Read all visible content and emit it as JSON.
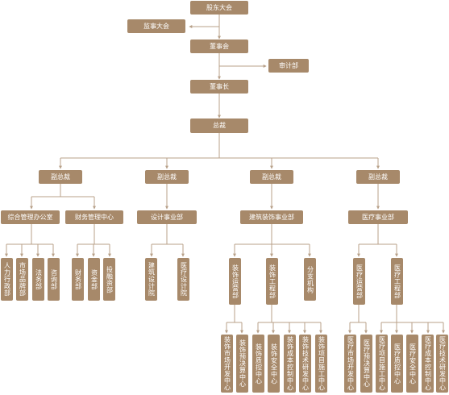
{
  "colors": {
    "box": "#A7896A",
    "line": "#B8A089",
    "text": "#FFFFFF"
  },
  "nodes": {
    "shareholders": "股东大会",
    "supervisors": "监事大会",
    "board": "董事会",
    "audit": "审计部",
    "chairman": "董事长",
    "president": "总裁",
    "vp1": "副总裁",
    "vp2": "副总裁",
    "vp3": "副总裁",
    "vp4": "副总裁",
    "admin_office": "综合管理办公室",
    "finance_center": "财务管理中心",
    "design_division": "设计事业部",
    "decoration_division": "建筑装饰事业部",
    "medical_division": "医疗事业部",
    "hr_admin": "人力行政部",
    "marketing_brand": "市场品牌部",
    "legal": "法务部",
    "consulting": "咨询部",
    "finance_dept": "财务部",
    "fund_dept": "资金部",
    "investment_dept": "投融资部",
    "arch_design": "建筑设计院",
    "medical_design": "医疗设计院",
    "deco_ops": "装饰运营部",
    "deco_eng": "装饰工程部",
    "branches": "分支机构",
    "med_ops": "医疗运营部",
    "med_eng": "医疗工程部",
    "deco_market": "装饰市场开发中心",
    "deco_budget": "装饰预决算中心",
    "deco_quality": "装饰质控中心",
    "deco_safety": "装饰安全中心",
    "deco_cost": "装饰成本控制中心",
    "deco_tech": "装饰技术研发中心",
    "deco_construction": "装饰项目施工中心",
    "med_market": "医疗市场开发中心",
    "med_budget": "医疗预决算中心",
    "med_construction": "医疗项目施工中心",
    "med_quality": "医疗质控中心",
    "med_safety": "医疗安全中心",
    "med_cost": "医疗成本控制中心",
    "med_tech": "医疗技术研发中心"
  }
}
